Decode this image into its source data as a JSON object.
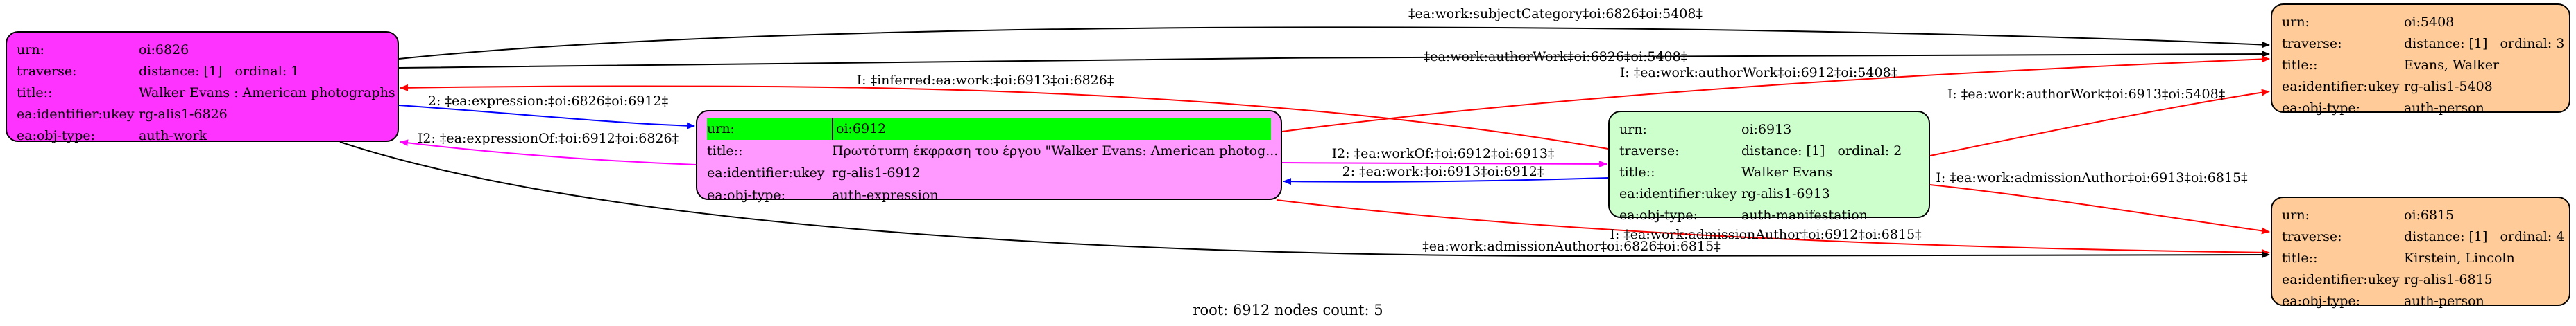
{
  "nodes": {
    "n6826": {
      "urn_key": "urn:",
      "urn": "oi:6826",
      "traverse_key": "traverse:",
      "distance": "distance: [1]",
      "ordinal": "ordinal: 1",
      "title_key": "title::",
      "title": "Walker Evans : American photographs",
      "ukey_key": "ea:identifier:ukey",
      "ukey": "rg-alis1-6826",
      "type_key": "ea:obj-type:",
      "type": "auth-work"
    },
    "n6912": {
      "urn_key": "urn:",
      "urn": "oi:6912",
      "title_key": "title::",
      "title": "Πρωτότυπη έκφραση του έργου \"Walker Evans: American photog...",
      "ukey_key": "ea:identifier:ukey",
      "ukey": "rg-alis1-6912",
      "type_key": "ea:obj-type:",
      "type": "auth-expression"
    },
    "n6913": {
      "urn_key": "urn:",
      "urn": "oi:6913",
      "traverse_key": "traverse:",
      "distance": "distance: [1]",
      "ordinal": "ordinal: 2",
      "title_key": "title::",
      "title": "Walker Evans",
      "ukey_key": "ea:identifier:ukey",
      "ukey": "rg-alis1-6913",
      "type_key": "ea:obj-type:",
      "type": "auth-manifestation"
    },
    "n5408": {
      "urn_key": "urn:",
      "urn": "oi:5408",
      "traverse_key": "traverse:",
      "distance": "distance: [1]",
      "ordinal": "ordinal: 3",
      "title_key": "title::",
      "title": "Evans, Walker",
      "ukey_key": "ea:identifier:ukey",
      "ukey": "rg-alis1-5408",
      "type_key": "ea:obj-type:",
      "type": "auth-person"
    },
    "n6815": {
      "urn_key": "urn:",
      "urn": "oi:6815",
      "traverse_key": "traverse:",
      "distance": "distance: [1]",
      "ordinal": "ordinal: 4",
      "title_key": "title::",
      "title": "Kirstein, Lincoln",
      "ukey_key": "ea:identifier:ukey",
      "ukey": "rg-alis1-6815",
      "type_key": "ea:obj-type:",
      "type": "auth-person"
    }
  },
  "edges": [
    {
      "name": "edge-6826-subjectcategory-5408",
      "from": "oi:6826",
      "to": "oi:5408",
      "label": "‡ea:work:subjectCategory‡oi:6826‡oi:5408‡",
      "color": "#000000"
    },
    {
      "name": "edge-6826-authorwork-5408",
      "from": "oi:6826",
      "to": "oi:5408",
      "label": "‡ea:work:authorWork‡oi:6826‡oi:5408‡",
      "color": "#000000"
    },
    {
      "name": "edge-6913-inferred-6826",
      "from": "oi:6913",
      "to": "oi:6826",
      "label": "I: ‡inferred:ea:work:‡oi:6913‡oi:6826‡",
      "color": "#ff0000"
    },
    {
      "name": "edge-6912-authorwork-5408",
      "from": "oi:6912",
      "to": "oi:5408",
      "label": "I: ‡ea:work:authorWork‡oi:6912‡oi:5408‡",
      "color": "#ff0000"
    },
    {
      "name": "edge-6826-expression-6912",
      "from": "oi:6826",
      "to": "oi:6912",
      "label": "2: ‡ea:expression:‡oi:6826‡oi:6912‡",
      "color": "#0000ff"
    },
    {
      "name": "edge-6912-expressionof-6826",
      "from": "oi:6912",
      "to": "oi:6826",
      "label": "I2: ‡ea:expressionOf:‡oi:6912‡oi:6826‡",
      "color": "#ff00ff"
    },
    {
      "name": "edge-6913-authorwork-5408",
      "from": "oi:6913",
      "to": "oi:5408",
      "label": "I: ‡ea:work:authorWork‡oi:6913‡oi:5408‡",
      "color": "#ff0000"
    },
    {
      "name": "edge-6912-workof-6913",
      "from": "oi:6912",
      "to": "oi:6913",
      "label": "I2: ‡ea:workOf:‡oi:6912‡oi:6913‡",
      "color": "#ff00ff"
    },
    {
      "name": "edge-6913-work-6912",
      "from": "oi:6913",
      "to": "oi:6912",
      "label": "2: ‡ea:work:‡oi:6913‡oi:6912‡",
      "color": "#0000ff"
    },
    {
      "name": "edge-6913-admissionauthor-6815",
      "from": "oi:6913",
      "to": "oi:6815",
      "label": "I: ‡ea:work:admissionAuthor‡oi:6913‡oi:6815‡",
      "color": "#ff0000"
    },
    {
      "name": "edge-6912-admissionauthor-6815",
      "from": "oi:6912",
      "to": "oi:6815",
      "label": "I: ‡ea:work:admissionAuthor‡oi:6912‡oi:6815‡",
      "color": "#ff0000"
    },
    {
      "name": "edge-6826-admissionauthor-6815",
      "from": "oi:6826",
      "to": "oi:6815",
      "label": "‡ea:work:admissionAuthor‡oi:6826‡oi:6815‡",
      "color": "#000000"
    }
  ],
  "footer": "root: 6912 nodes count: 5"
}
